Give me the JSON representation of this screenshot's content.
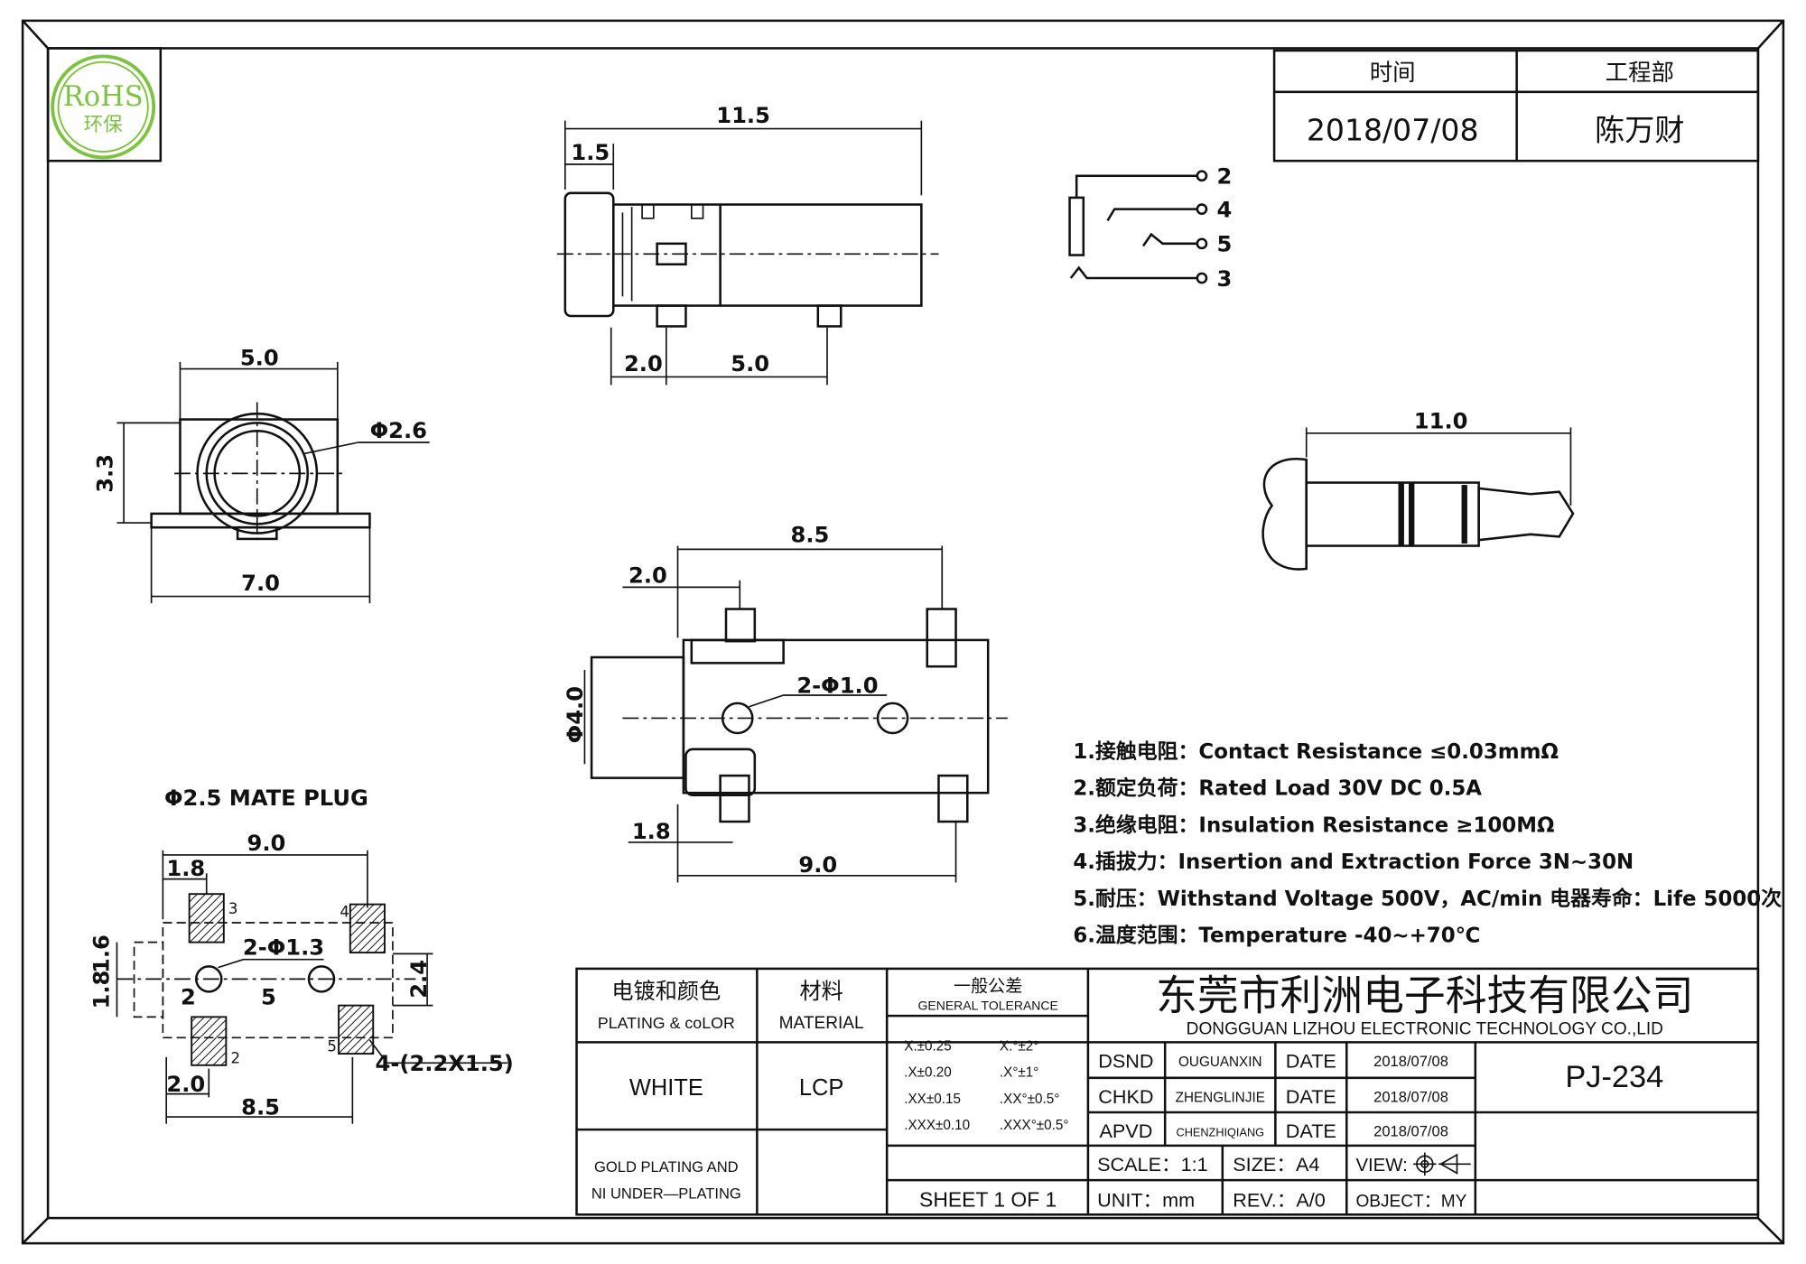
{
  "logo": {
    "text_top": "RoHS",
    "text_bottom": "环保",
    "color": "#7dc242"
  },
  "header_table": {
    "time_label": "时间",
    "dept_label": "工程部",
    "date": "2018/07/08",
    "person": "陈万财"
  },
  "top_view": {
    "length": "11.5",
    "flange": "1.5",
    "pin_offset": "2.0",
    "pin_pitch": "5.0"
  },
  "front_view": {
    "width": "5.0",
    "height": "3.3",
    "hole": "Φ2.6",
    "base_width": "7.0"
  },
  "schematic": {
    "pins": [
      "2",
      "4",
      "5",
      "3"
    ]
  },
  "plug_view": {
    "length": "11.0"
  },
  "bottom_view": {
    "length": "8.5",
    "offset": "2.0",
    "diameter": "Φ4.0",
    "holes": "2-Φ1.0",
    "offset2": "1.8",
    "pitch": "9.0"
  },
  "footprint": {
    "title": "Φ2.5 MATE PLUG",
    "width": "9.0",
    "offset_top": "1.8",
    "holes": "2-Φ1.3",
    "vert_a": "1.8",
    "vert_b": "1.6",
    "height": "2.4",
    "hole_pitch": "5",
    "hole_offset": "2",
    "pads": "4-(2.2X1.5)",
    "offset_bottom": "2.0",
    "span": "8.5",
    "pad_numbers": [
      "3",
      "4",
      "2",
      "5"
    ]
  },
  "specs": [
    "1.接触电阻：Contact Resistance ≤0.03mmΩ",
    "2.额定负荷：Rated Load 30V DC 0.5A",
    "3.绝缘电阻：Insulation Resistance ≥100MΩ",
    "4.插拔力：Insertion and Extraction Force 3N~30N",
    "5.耐压：Withstand Voltage 500V，AC/min 电器寿命：Life 5000次",
    "6.温度范围：Temperature -40~+70℃"
  ],
  "title_block": {
    "plating_cn": "电镀和颜色",
    "plating_en": "PLATING & coLOR",
    "material_cn": "材料",
    "material_en": "MATERIAL",
    "tolerance_cn": "一般公差",
    "tolerance_en": "GENERAL TOLERANCE",
    "tolerances": [
      [
        "X.±0.25",
        "X.°±2°"
      ],
      [
        ".X±0.20",
        ".X°±1°"
      ],
      [
        ".XX±0.15",
        ".XX°±0.5°"
      ],
      [
        ".XXX±0.10",
        ".XXX°±0.5°"
      ]
    ],
    "company_cn": "东莞市利洲电子科技有限公司",
    "company_en": "DONGGUAN LIZHOU ELECTRONIC TECHNOLOGY CO.,LID",
    "color": "WHITE",
    "material": "LCP",
    "plating_1": "GOLD PLATING AND",
    "plating_2": "NI UNDER—PLATING",
    "sheet": "SHEET 1 OF 1",
    "signoffs": [
      {
        "role": "DSND",
        "name": "OUGUANXIN",
        "date_label": "DATE",
        "date": "2018/07/08"
      },
      {
        "role": "CHKD",
        "name": "ZHENGLINJIE",
        "date_label": "DATE",
        "date": "2018/07/08"
      },
      {
        "role": "APVD",
        "name": "CHENZHIQIANG",
        "date_label": "DATE",
        "date": "2018/07/08"
      }
    ],
    "part_number": "PJ-234",
    "scale": "SCALE：1:1",
    "size": "SIZE：A4",
    "view": "VIEW:",
    "unit": "UNIT：mm",
    "rev": "REV.：A/0",
    "object": "OBJECT：MY"
  }
}
